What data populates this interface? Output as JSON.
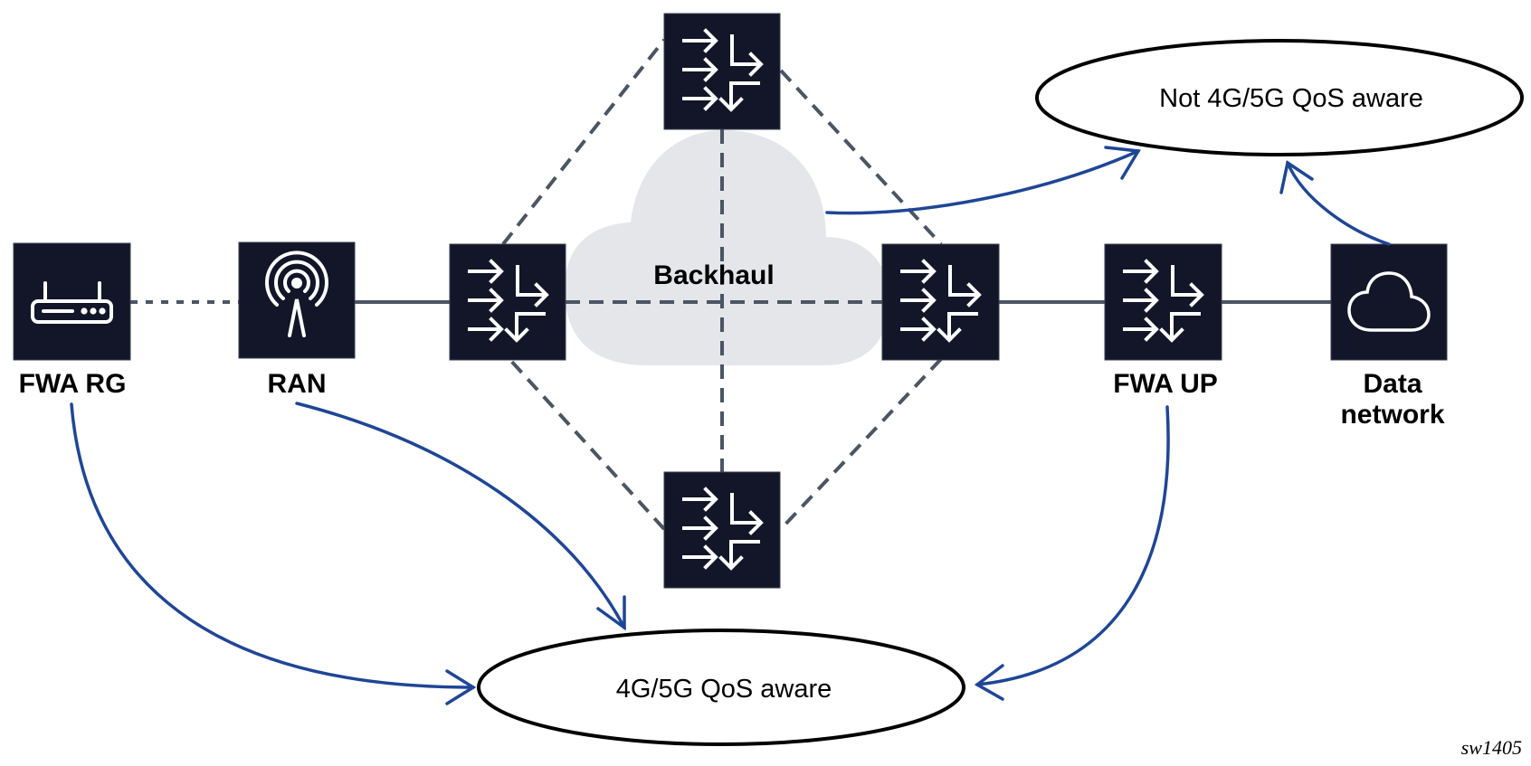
{
  "diagram": {
    "colors": {
      "node_fill": "#121628",
      "icon_stroke": "#ffffff",
      "link_gray": "#4b5563",
      "cloud_fill": "#e5e6ea",
      "arrow_blue": "#1f4696",
      "ellipse_stroke": "#000000"
    },
    "nodes": [
      {
        "id": "fwa-rg",
        "label": "FWA RG",
        "icon": "router-device-icon"
      },
      {
        "id": "ran",
        "label": "RAN",
        "icon": "antenna-tower-icon"
      },
      {
        "id": "router-left",
        "label": "",
        "icon": "switch-router-icon"
      },
      {
        "id": "router-top",
        "label": "",
        "icon": "switch-router-icon"
      },
      {
        "id": "router-right",
        "label": "",
        "icon": "switch-router-icon"
      },
      {
        "id": "router-bottom",
        "label": "",
        "icon": "switch-router-icon"
      },
      {
        "id": "fwa-up",
        "label": "FWA UP",
        "icon": "switch-router-icon"
      },
      {
        "id": "data-network",
        "label_lines": [
          "Data",
          "network"
        ],
        "icon": "cloud-icon"
      }
    ],
    "backhaul": {
      "label": "Backhaul"
    },
    "qos_groups": {
      "aware": "4G/5G QoS aware",
      "not_aware": "Not 4G/5G QoS aware"
    },
    "links": [
      {
        "from": "fwa-rg",
        "to": "ran",
        "style": "dotted"
      },
      {
        "from": "ran",
        "to": "router-left",
        "style": "solid"
      },
      {
        "from": "router-left",
        "to": "router-right",
        "style": "dashed"
      },
      {
        "from": "router-top",
        "to": "router-bottom",
        "style": "dashed"
      },
      {
        "from": "router-left",
        "to": "router-top",
        "style": "dashed"
      },
      {
        "from": "router-top",
        "to": "router-right",
        "style": "dashed"
      },
      {
        "from": "router-right",
        "to": "router-bottom",
        "style": "dashed"
      },
      {
        "from": "router-bottom",
        "to": "router-left",
        "style": "dashed"
      },
      {
        "from": "router-right",
        "to": "fwa-up",
        "style": "solid"
      },
      {
        "from": "fwa-up",
        "to": "data-network",
        "style": "solid"
      }
    ],
    "classification_arrows": [
      {
        "from": "fwa-rg",
        "to": "aware"
      },
      {
        "from": "ran",
        "to": "aware"
      },
      {
        "from": "fwa-up",
        "to": "aware"
      },
      {
        "from": "backhaul",
        "to": "not_aware"
      },
      {
        "from": "data-network",
        "to": "not_aware"
      }
    ],
    "figure_id": "sw1405"
  }
}
